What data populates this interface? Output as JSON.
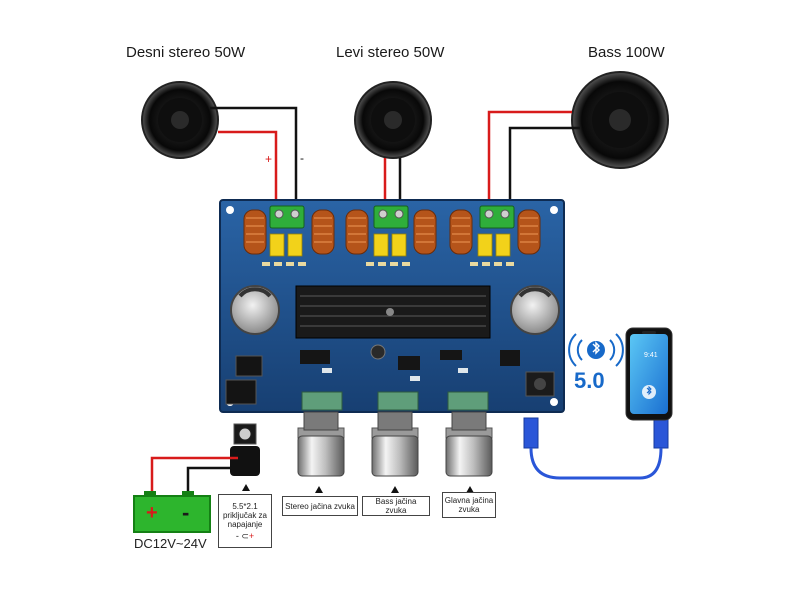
{
  "speakers": [
    {
      "id": "right",
      "label": "Desni stereo 50W"
    },
    {
      "id": "left",
      "label": "Levi stereo 50W"
    },
    {
      "id": "bass",
      "label": "Bass 100W"
    }
  ],
  "polarity": {
    "plus": "+",
    "minus": "-"
  },
  "knobs": [
    {
      "label": "Stereo jačina zvuka"
    },
    {
      "label": "Bass jačina zvuka"
    },
    {
      "label": "Glavna jačina zvuka"
    }
  ],
  "power_jack": {
    "label": "5.5*2.1 priključak za napajanje"
  },
  "battery": {
    "plus": "+",
    "minus": "-",
    "voltage_label": "DC12V~24V"
  },
  "bluetooth": {
    "version": "5.0"
  },
  "phone": {
    "time": "9:41"
  },
  "colors": {
    "board": "#1f4f8c",
    "heatsink": "#1a1a1a",
    "battery": "#2db52d",
    "wire_red": "#d81b1b",
    "wire_black": "#111111",
    "usb_cable": "#2a56d8",
    "bt_blue": "#1769c9"
  }
}
